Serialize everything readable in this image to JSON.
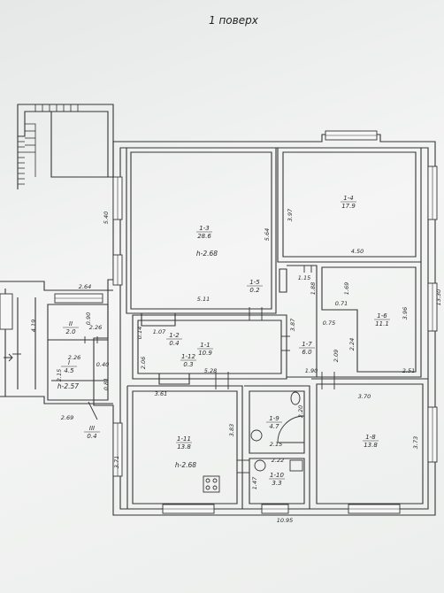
{
  "title": "1 поверх",
  "rooms": [
    {
      "id": "1-1",
      "area": "10.9"
    },
    {
      "id": "1-2",
      "area": "0.4"
    },
    {
      "id": "1-3",
      "area": "28.6",
      "height": "h-2.68"
    },
    {
      "id": "1-4",
      "area": "17.9"
    },
    {
      "id": "1-5",
      "area": "0.2"
    },
    {
      "id": "1-6",
      "area": "11.1"
    },
    {
      "id": "1-7",
      "area": "6.0"
    },
    {
      "id": "1-8",
      "area": "13.8"
    },
    {
      "id": "1-9",
      "area": "4.7"
    },
    {
      "id": "1-10",
      "area": "3.3"
    },
    {
      "id": "1-11",
      "area": "13.8",
      "height": "h-2.68"
    },
    {
      "id": "1-12",
      "area": "0.3"
    },
    {
      "id": "I",
      "area": "4.5",
      "height": "h-2.57"
    },
    {
      "id": "II",
      "area": "2.0"
    },
    {
      "id": "III",
      "area": "0.4"
    }
  ],
  "dimensions": [
    "5.40",
    "5.64",
    "3.97",
    "4.50",
    "5.11",
    "1.15",
    "1.88",
    "1.69",
    "13.30",
    "3.96",
    "0.71",
    "0.75",
    "2.24",
    "2.51",
    "2.09",
    "1.90",
    "3.87",
    "2.64",
    "4.19",
    "0.90",
    "2.26",
    "2.15",
    "2.26",
    "0.40",
    "0.81",
    "2.69",
    "2.06",
    "0.14",
    "1.07",
    "5.28",
    "3.61",
    "3.83",
    "2.20",
    "2.15",
    "2.22",
    "1.47",
    "3.70",
    "3.73",
    "3.71",
    "10.95"
  ]
}
